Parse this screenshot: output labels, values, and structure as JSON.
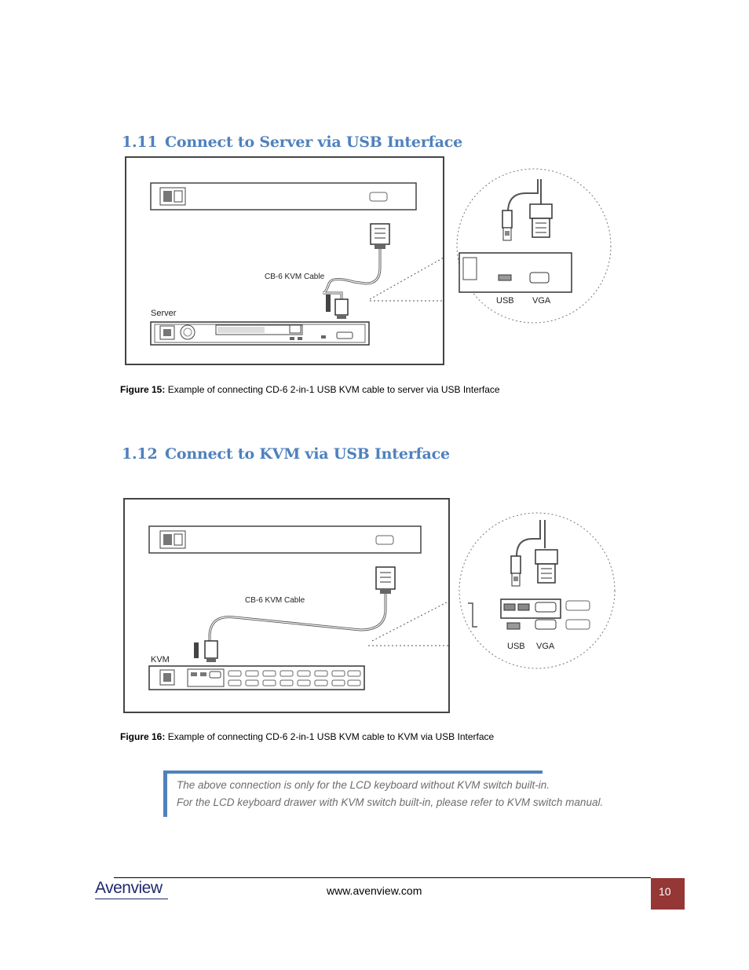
{
  "section1": {
    "number": "1.11",
    "title": "Connect to Server via USB Interface"
  },
  "figure15": {
    "cable_label": "CB-6 KVM Cable",
    "device_label": "Server",
    "port_usb": "USB",
    "port_vga": "VGA",
    "caption_prefix": "Figure 15:",
    "caption_text": " Example of connecting CD-6 2-in-1 USB KVM cable to server via USB Interface"
  },
  "section2": {
    "number": "1.12",
    "title": "Connect to KVM via USB Interface"
  },
  "figure16": {
    "cable_label": "CB-6 KVM Cable",
    "device_label": "KVM",
    "port_usb": "USB",
    "port_vga": "VGA",
    "caption_prefix": "Figure 16:",
    "caption_text": " Example of connecting CD-6 2-in-1 USB KVM cable to KVM via USB Interface"
  },
  "note": {
    "line1": "The above connection is only for the LCD keyboard without KVM switch built-in.",
    "line2": "For the LCD keyboard drawer with KVM switch built-in, please refer to KVM switch manual."
  },
  "footer": {
    "logo": "Avenview",
    "website": "www.avenview.com",
    "page_number": "10"
  },
  "colors": {
    "heading": "#4f81bd",
    "page_box": "#953735",
    "note_text": "#6d6d6d"
  }
}
